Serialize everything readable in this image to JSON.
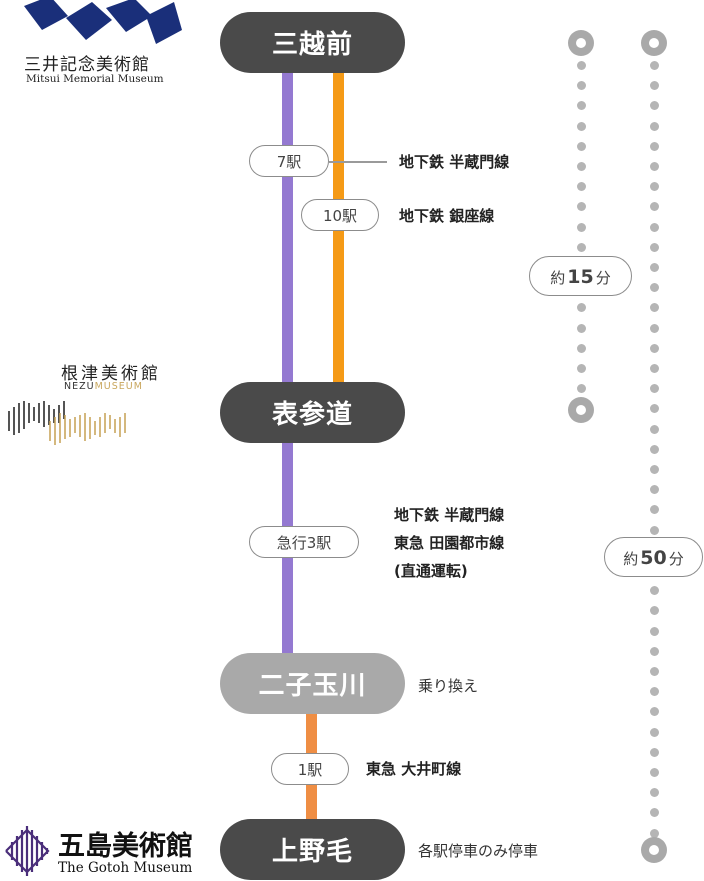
{
  "colors": {
    "station_dark": "#4a4a4a",
    "station_transfer": "#a9a9a9",
    "hanzomon_line": "#9479d1",
    "ginza_line": "#f59a16",
    "oimachi_line": "#ef8e44",
    "dots": "#b5b5b5"
  },
  "stations": {
    "mitsukoshimae": "三越前",
    "omotesando": "表参道",
    "futakotamagawa": "二子玉川",
    "kaminoge": "上野毛"
  },
  "badges": {
    "hanzomon_stops": "7駅",
    "ginza_stops": "10駅",
    "express_stops": "急行3駅",
    "oimachi_stops": "1駅"
  },
  "lines": {
    "hanzomon": "地下鉄 半蔵門線",
    "ginza": "地下鉄 銀座線",
    "through_1": "地下鉄 半蔵門線",
    "through_2": "東急 田園都市線",
    "through_3": "(直通運転)",
    "oimachi": "東急 大井町線"
  },
  "notes": {
    "transfer": "乗り換え",
    "local_only": "各駅停車のみ停車"
  },
  "times": {
    "short": {
      "prefix": "約",
      "minutes": "15",
      "suffix": "分"
    },
    "long": {
      "prefix": "約",
      "minutes": "50",
      "suffix": "分"
    }
  },
  "museums": {
    "mitsui": {
      "name_jp": "三井記念美術館",
      "name_en": "Mitsui Memorial Museum"
    },
    "nezu": {
      "name_jp": "根津美術館",
      "name_en_a": "NEZU",
      "name_en_b": "MUSEUM"
    },
    "gotoh": {
      "name_jp": "五島美術館",
      "name_en": "The Gotoh Museum"
    }
  }
}
